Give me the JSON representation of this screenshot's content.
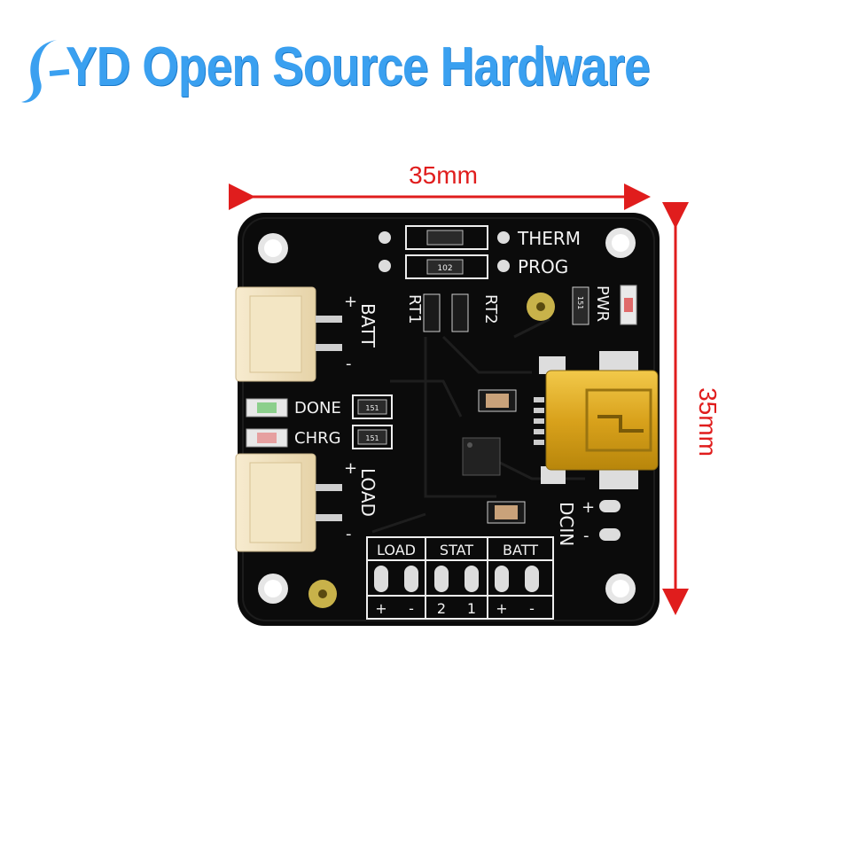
{
  "brand": {
    "text": "YD Open Source Hardware",
    "color": "#3aa0f0"
  },
  "dimensions": {
    "width_label": "35mm",
    "height_label": "35mm",
    "arrow_color": "#e01d1d"
  },
  "board": {
    "labels": {
      "therm": "THERM",
      "prog": "PROG",
      "rt1": "RT1",
      "rt2": "RT2",
      "pwr": "PWR",
      "batt": "BATT",
      "load": "LOAD",
      "done": "DONE",
      "chrg": "CHRG",
      "dcin": "DCIN",
      "plus": "+",
      "minus": "-",
      "header_load": "LOAD",
      "header_stat": "STAT",
      "header_batt": "BATT",
      "pin_2": "2",
      "pin_1": "1",
      "res_102": "102",
      "res_151": "151"
    }
  }
}
